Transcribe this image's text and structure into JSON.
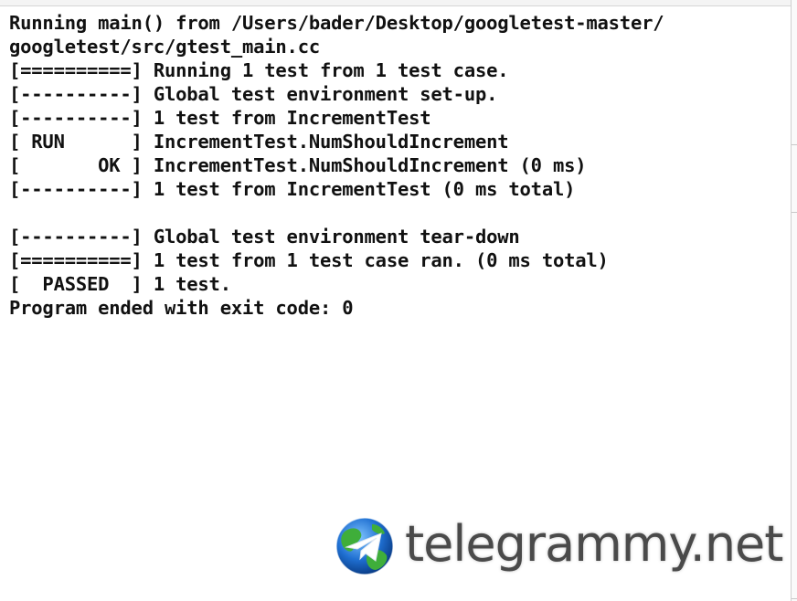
{
  "console": {
    "lines": [
      "Running main() from /Users/bader/Desktop/googletest-master/",
      "googletest/src/gtest_main.cc",
      "[==========] Running 1 test from 1 test case.",
      "[----------] Global test environment set-up.",
      "[----------] 1 test from IncrementTest",
      "[ RUN      ] IncrementTest.NumShouldIncrement",
      "[       OK ] IncrementTest.NumShouldIncrement (0 ms)",
      "[----------] 1 test from IncrementTest (0 ms total)",
      "",
      "[----------] Global test environment tear-down",
      "[==========] 1 test from 1 test case ran. (0 ms total)",
      "[  PASSED  ] 1 test.",
      "Program ended with exit code: 0"
    ]
  },
  "watermark": {
    "text": "telegrammy.net",
    "icon": "telegram-logo-icon",
    "colors": {
      "globe_blue": "#1f6fd1",
      "globe_green": "#3fae3a",
      "plane": "#ffffff",
      "text": "#4a4a4a"
    }
  }
}
